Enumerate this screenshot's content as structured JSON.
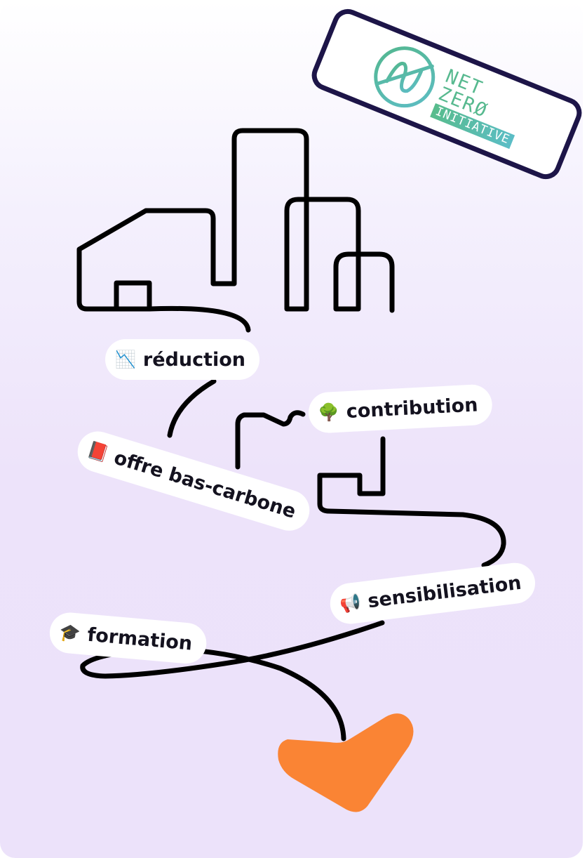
{
  "logo": {
    "line1": "NET",
    "line2": "ZERØ",
    "tag": "INITIATIVE",
    "border_color": "#1d1548",
    "brand_color": "#57b98f"
  },
  "labels": {
    "reduction": {
      "emoji": "📉",
      "text": "réduction"
    },
    "contribution": {
      "emoji": "🌳",
      "text": "contribution"
    },
    "offre": {
      "emoji": "📕",
      "text": "offre bas-carbone"
    },
    "sensib": {
      "emoji": "📢",
      "text": "sensibilisation"
    },
    "formation": {
      "emoji": "🎓",
      "text": "formation"
    }
  },
  "colors": {
    "line": "#000000",
    "arrow": "#fa8434",
    "background": "#ede3fa"
  }
}
